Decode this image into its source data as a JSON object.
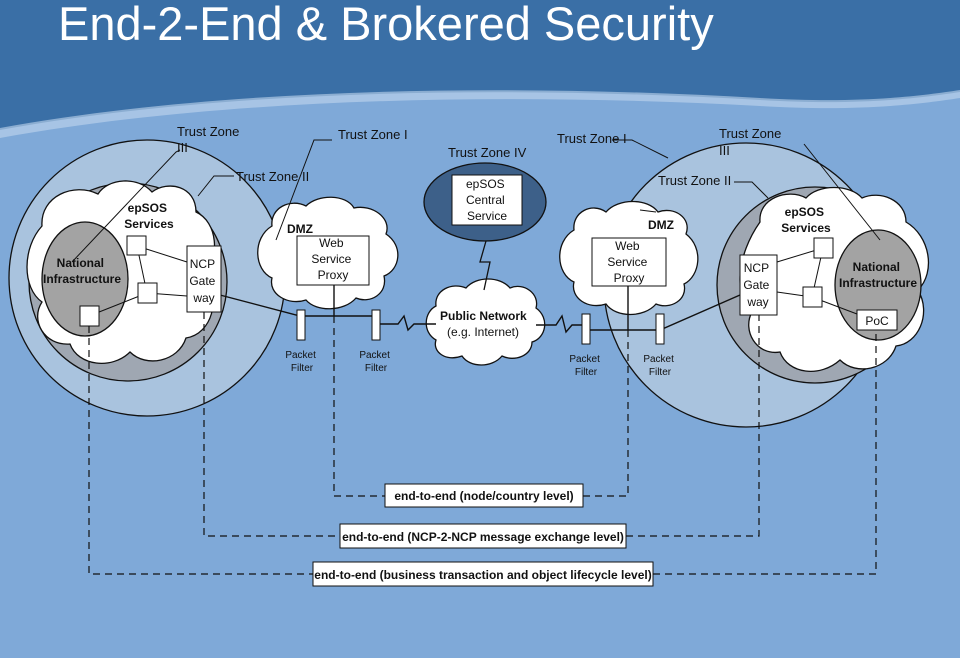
{
  "title": "End-2-End & Brokered Security",
  "colors": {
    "background": "#3a6fa6",
    "light_band": "#7fa9d8",
    "zone3": "#a9c3de",
    "zone2": "#9fa7b2",
    "national": "#a3a3a3",
    "central_service": "#3d6089",
    "accent_white": "#ffffff"
  },
  "left_site": {
    "trust_zone_3": [
      "Trust Zone",
      "III"
    ],
    "trust_zone_2": "Trust Zone II",
    "trust_zone_1": "Trust Zone I",
    "epsos_services": [
      "epSOS",
      "Services"
    ],
    "national_infrastructure": [
      "National",
      "Infrastructure"
    ],
    "ncp_gateway": [
      "NCP",
      "Gate",
      "way"
    ],
    "dmz": "DMZ",
    "web_service_proxy": [
      "Web",
      "Service",
      "Proxy"
    ],
    "packet_filter_1": [
      "Packet",
      "Filter"
    ],
    "packet_filter_2": [
      "Packet",
      "Filter"
    ]
  },
  "center": {
    "trust_zone_4": "Trust Zone IV",
    "central_service": [
      "epSOS",
      "Central",
      "Service"
    ],
    "public_network": [
      "Public Network",
      "(e.g. Internet)"
    ]
  },
  "right_site": {
    "trust_zone_1": "Trust Zone I",
    "trust_zone_3": [
      "Trust Zone",
      "III"
    ],
    "trust_zone_2": "Trust Zone II",
    "dmz": "DMZ",
    "web_service_proxy": [
      "Web",
      "Service",
      "Proxy"
    ],
    "epsos_services": [
      "epSOS",
      "Services"
    ],
    "ncp_gateway": [
      "NCP",
      "Gate",
      "way"
    ],
    "national_infrastructure": [
      "National",
      "Infrastructure"
    ],
    "poc": "PoC",
    "packet_filter_1": [
      "Packet",
      "Filter"
    ],
    "packet_filter_2": [
      "Packet",
      "Filter"
    ]
  },
  "levels": {
    "node_country": "end-to-end (node/country level)",
    "ncp_message": "end-to-end (NCP-2-NCP message exchange level)",
    "business": "end-to-end (business transaction and object lifecycle level)"
  }
}
